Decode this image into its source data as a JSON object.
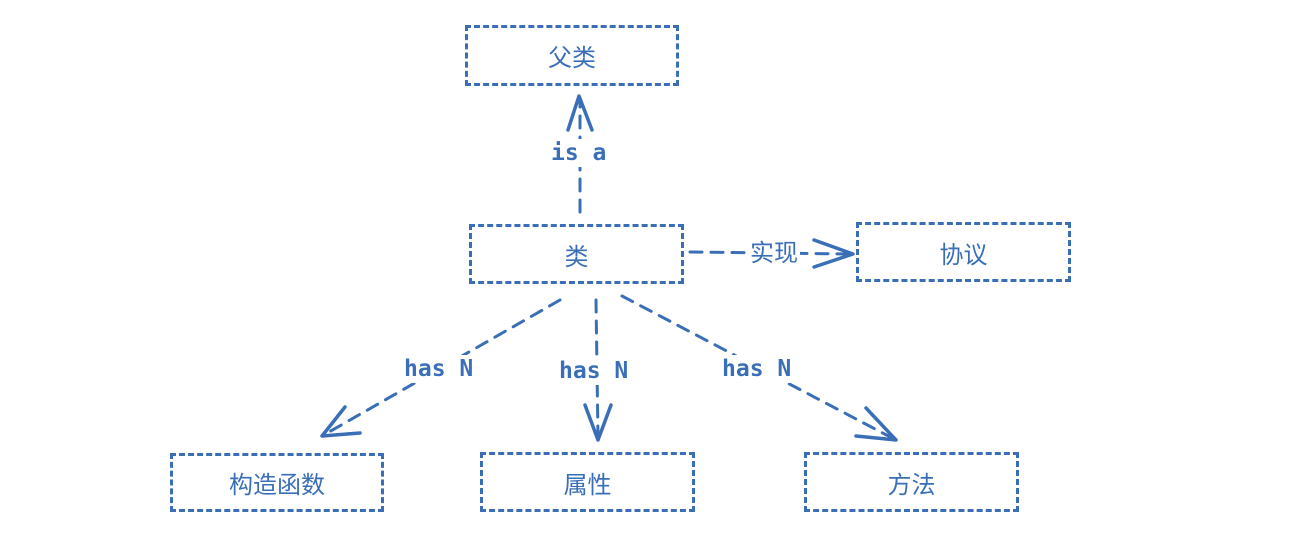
{
  "colors": {
    "stroke": "#3a6fb8",
    "text": "#3a6fb8",
    "background": "#ffffff"
  },
  "nodes": {
    "superclass": "父类",
    "class": "类",
    "protocol": "协议",
    "constructor": "构造函数",
    "property": "属性",
    "method": "方法"
  },
  "edges": {
    "is_a": "is a",
    "implements": "实现",
    "has_constructor": "has N",
    "has_property": "has N",
    "has_method": "has N"
  }
}
